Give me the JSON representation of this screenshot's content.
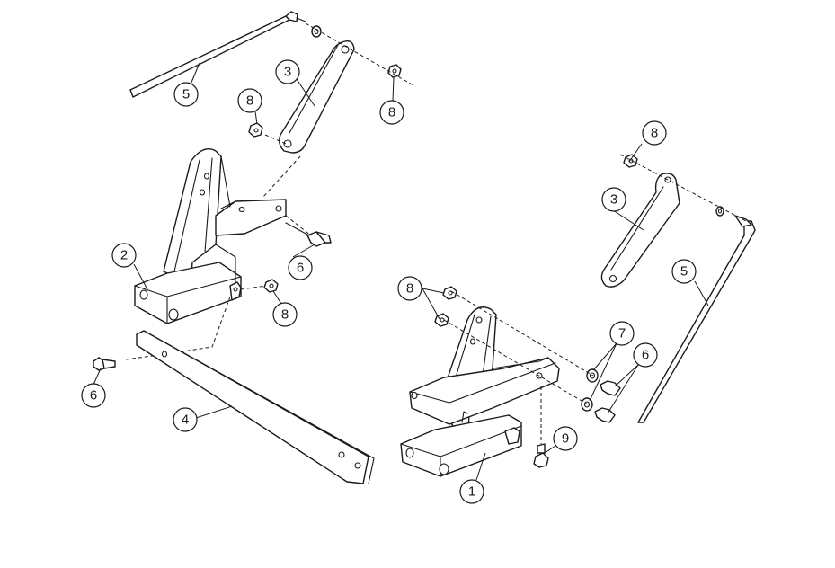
{
  "callouts": [
    {
      "id": "c5-top",
      "label": "5"
    },
    {
      "id": "c3-top",
      "label": "3"
    },
    {
      "id": "c8-top-left",
      "label": "8"
    },
    {
      "id": "c8-top-right",
      "label": "8"
    },
    {
      "id": "c2",
      "label": "2"
    },
    {
      "id": "c6-left-mid",
      "label": "6"
    },
    {
      "id": "c8-left-mid",
      "label": "8"
    },
    {
      "id": "c6-left-low",
      "label": "6"
    },
    {
      "id": "c4",
      "label": "4"
    },
    {
      "id": "c8-right-top",
      "label": "8"
    },
    {
      "id": "c3-right",
      "label": "3"
    },
    {
      "id": "c5-right",
      "label": "5"
    },
    {
      "id": "c8-right-mid",
      "label": "8"
    },
    {
      "id": "c7",
      "label": "7"
    },
    {
      "id": "c6-right",
      "label": "6"
    },
    {
      "id": "c9",
      "label": "9"
    },
    {
      "id": "c1",
      "label": "1"
    }
  ]
}
